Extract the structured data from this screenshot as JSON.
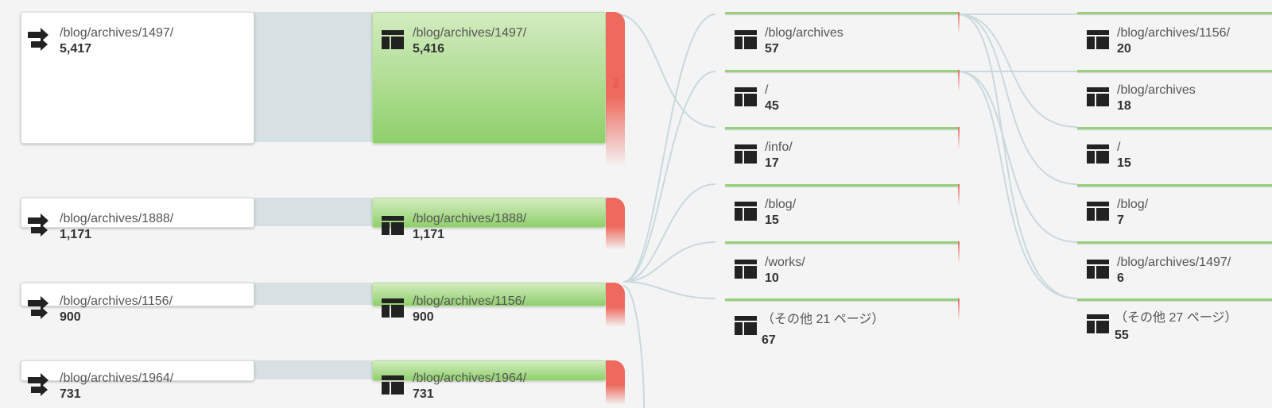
{
  "starting_pages": [
    {
      "path": "/blog/archives/1497/",
      "count": "5,417"
    },
    {
      "path": "/blog/archives/1888/",
      "count": "1,171"
    },
    {
      "path": "/blog/archives/1156/",
      "count": "900"
    },
    {
      "path": "/blog/archives/1964/",
      "count": "731"
    }
  ],
  "first_interaction": [
    {
      "path": "/blog/archives/1497/",
      "count": "5,416"
    },
    {
      "path": "/blog/archives/1888/",
      "count": "1,171"
    },
    {
      "path": "/blog/archives/1156/",
      "count": "900"
    },
    {
      "path": "/blog/archives/1964/",
      "count": "731"
    }
  ],
  "second_interaction": [
    {
      "path": "/blog/archives",
      "count": "57"
    },
    {
      "path": "/",
      "count": "45"
    },
    {
      "path": "/info/",
      "count": "17"
    },
    {
      "path": "/blog/",
      "count": "15"
    },
    {
      "path": "/works/",
      "count": "10"
    },
    {
      "path": "（その他 21 ページ）",
      "count": "67"
    }
  ],
  "third_interaction": [
    {
      "path": "/blog/archives/1156/",
      "count": "20"
    },
    {
      "path": "/blog/archives",
      "count": "18"
    },
    {
      "path": "/",
      "count": "15"
    },
    {
      "path": "/blog/",
      "count": "7"
    },
    {
      "path": "/blog/archives/1497/",
      "count": "6"
    },
    {
      "path": "（その他 27 ページ）",
      "count": "55"
    }
  ],
  "icons": {
    "start": "entry-arrow-icon",
    "page": "page-layout-icon",
    "dropoff": "drop-off-arrow-icon"
  },
  "colors": {
    "page_node": "#8fd06b",
    "dropoff": "#ee6a5e",
    "link": "#d7e0e3"
  }
}
